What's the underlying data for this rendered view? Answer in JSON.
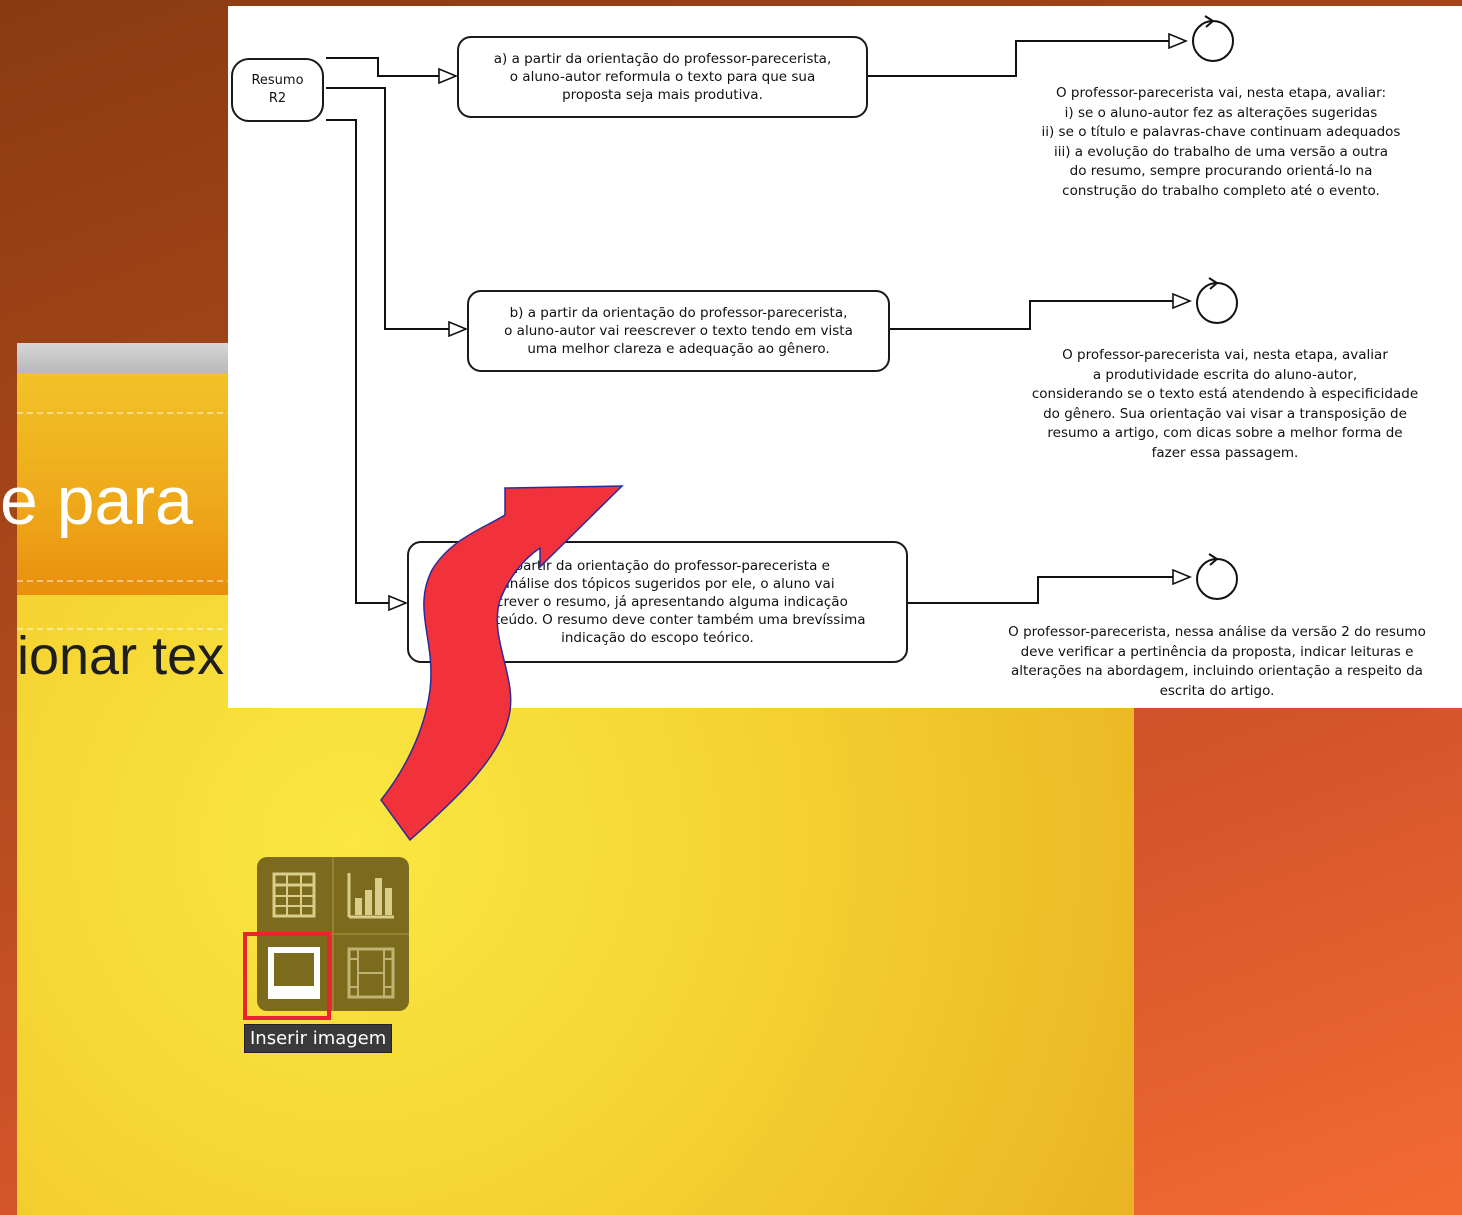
{
  "slide": {
    "title_fragment": "e para",
    "body_fragment": "ionar tex"
  },
  "diagram": {
    "start_node": "Resumo\nR2",
    "options": [
      {
        "text": "a) a partir da orientação do professor-parecerista,\no aluno-autor reformula o texto para que sua\nproposta seja mais produtiva."
      },
      {
        "text": "b) a partir da orientação do professor-parecerista,\no aluno-autor vai reescrever o texto tendo em vista\numa melhor clareza e adequação ao gênero."
      },
      {
        "text": "c) a partir da orientação do professor-parecerista e\nda análise dos tópicos sugeridos por ele, o aluno vai\nreescrever o resumo, já apresentando alguma indicação\ndo conteúdo. O resumo deve conter também uma brevíssima\nindicação do escopo teórico."
      }
    ],
    "notes": [
      {
        "text": "O professor-parecerista vai, nesta etapa, avaliar:\ni) se o aluno-autor fez as alterações sugeridas\nii) se o título e palavras-chave continuam adequados\niii) a evolução do trabalho de uma versão a outra\ndo resumo, sempre procurando orientá-lo na\nconstrução do trabalho completo até o evento."
      },
      {
        "text": "O professor-parecerista vai, nesta etapa, avaliar\na produtividade escrita do aluno-autor,\nconsiderando se o texto está atendendo à especificidade\ndo gênero. Sua orientação vai visar a transposição de\nresumo a artigo, com dicas sobre a melhor forma de\nfazer essa passagem."
      },
      {
        "text": "O professor-parecerista, nessa análise da versão 2 do resumo\ndeve verificar a pertinência da proposta, indicar leituras e\nalterações na abordagem, incluindo orientação a respeito da\nescrita do artigo."
      }
    ]
  },
  "placeholder": {
    "icons": [
      "table-icon",
      "chart-icon",
      "image-icon",
      "video-icon"
    ],
    "tooltip": "Inserir imagem"
  },
  "colors": {
    "highlight": "#e8242f",
    "arrow_fill": "#f2323a",
    "arrow_stroke": "#2b2b9a"
  }
}
